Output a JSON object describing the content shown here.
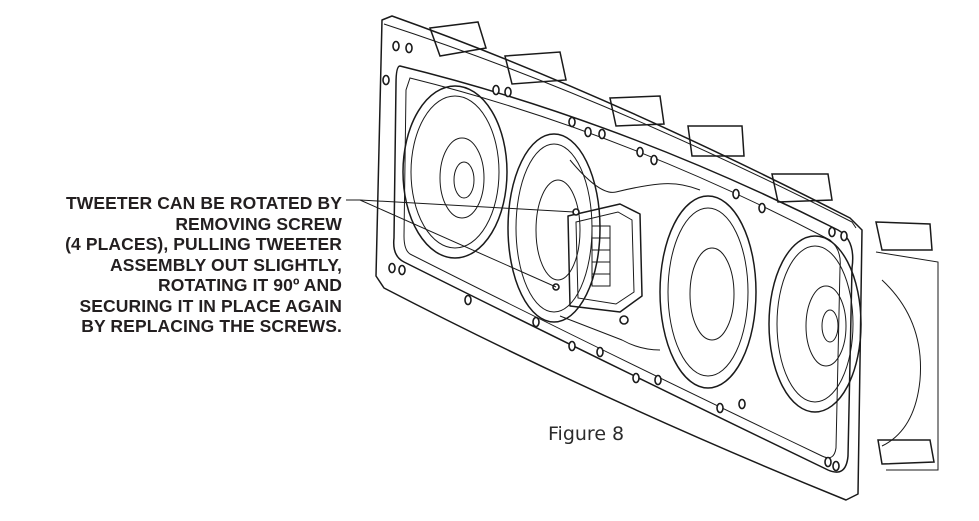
{
  "figure": {
    "caption": "Figure 8",
    "callout_lines": [
      "TWEETER CAN BE ROTATED BY",
      "REMOVING  SCREW",
      "(4 PLACES), PULLING TWEETER",
      "ASSEMBLY OUT SLIGHTLY,",
      "ROTATING IT 90º AND",
      "SECURING IT IN PLACE AGAIN",
      "BY REPLACING THE SCREWS."
    ]
  }
}
